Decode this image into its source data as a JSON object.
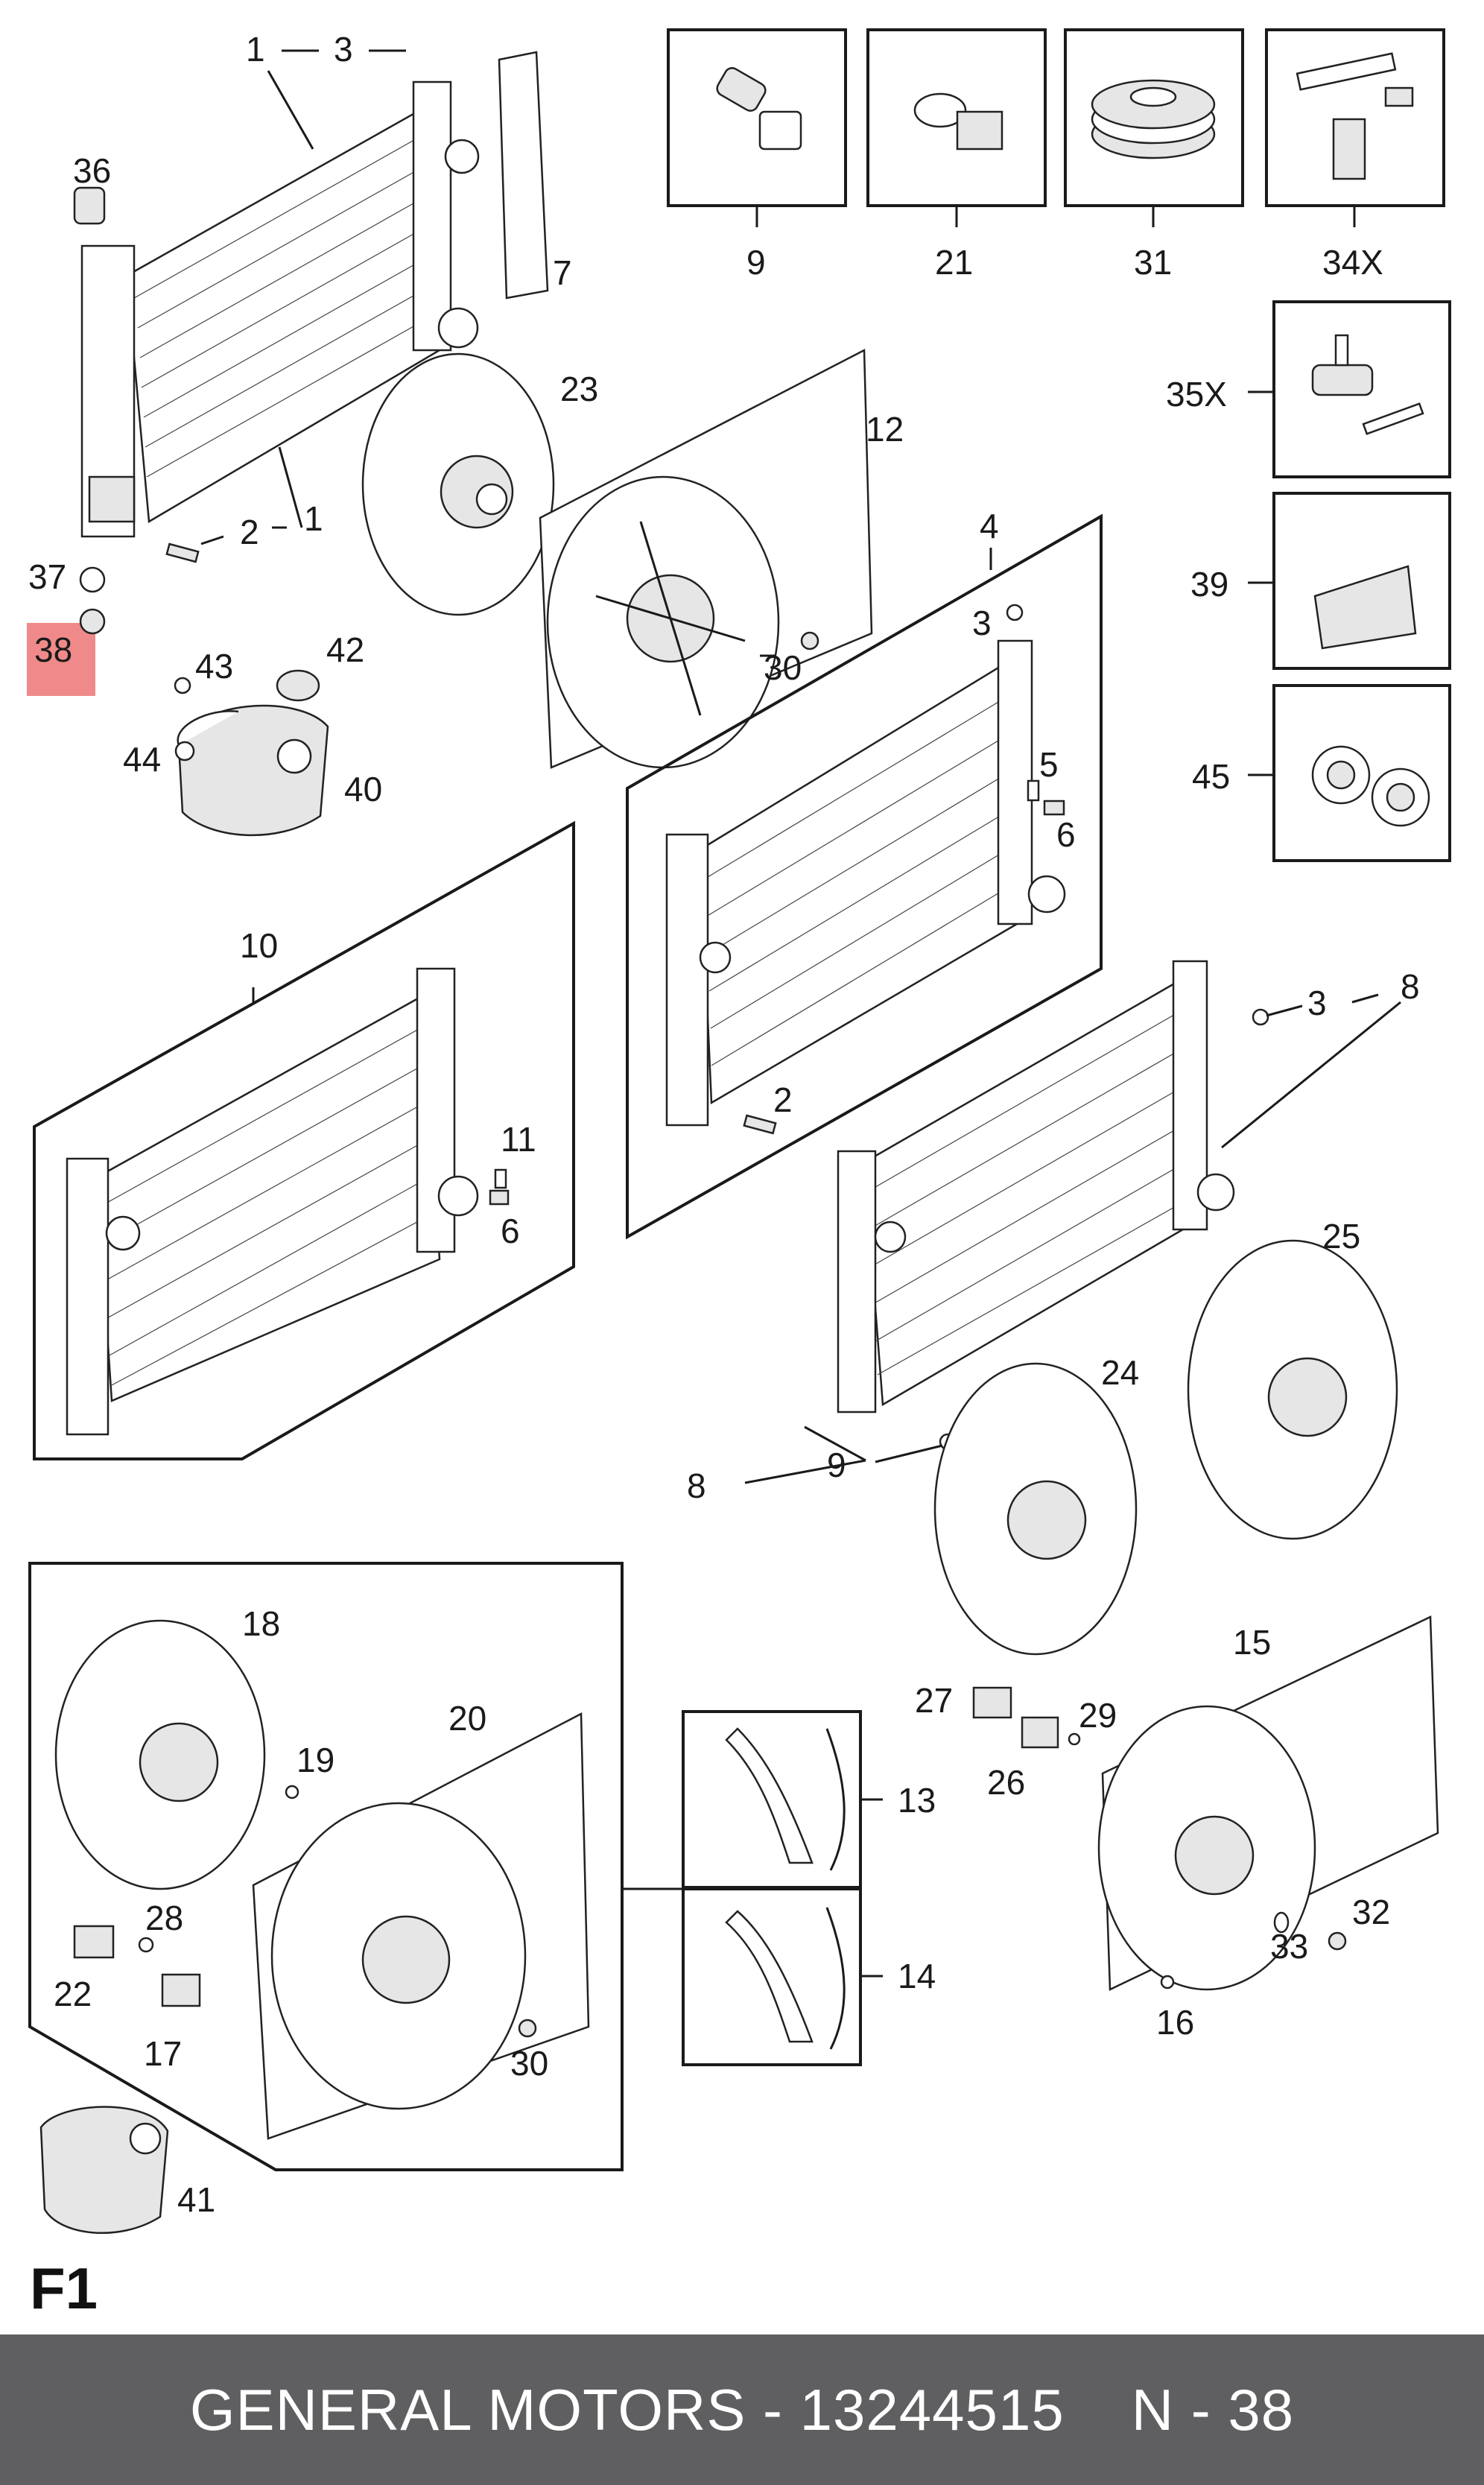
{
  "page_label": "F1",
  "highlight": {
    "label": "38",
    "color": "#f08a8a"
  },
  "footer": {
    "brand_part": "GENERAL MOTORS - 13244515",
    "ref": "N - 38",
    "background": "#5f5f61"
  },
  "callouts": {
    "c1a": "1",
    "c1b": "1",
    "c3a": "3",
    "c36": "36",
    "c7": "7",
    "c23": "23",
    "c2a": "2",
    "c37": "37",
    "c43": "43",
    "c42": "42",
    "c44": "44",
    "c40": "40",
    "c12": "12",
    "c30a": "30",
    "c4": "4",
    "c3b": "3",
    "c5": "5",
    "c6a": "6",
    "c2b": "2",
    "c10": "10",
    "c11": "11",
    "c6b": "6",
    "c3c": "3",
    "c8a": "8",
    "c8b": "8",
    "c9b": "9",
    "c25": "25",
    "c24": "24",
    "c18": "18",
    "c19": "19",
    "c20": "20",
    "c28": "28",
    "c22": "22",
    "c17": "17",
    "c30b": "30",
    "c41": "41",
    "c13": "13",
    "c14": "14",
    "c27": "27",
    "c26": "26",
    "c29": "29",
    "c15": "15",
    "c32": "32",
    "c33": "33",
    "c16": "16",
    "c9box": "9",
    "c21": "21",
    "c31": "31",
    "c34X": "34X",
    "c35X": "35X",
    "c39": "39",
    "c45": "45"
  }
}
